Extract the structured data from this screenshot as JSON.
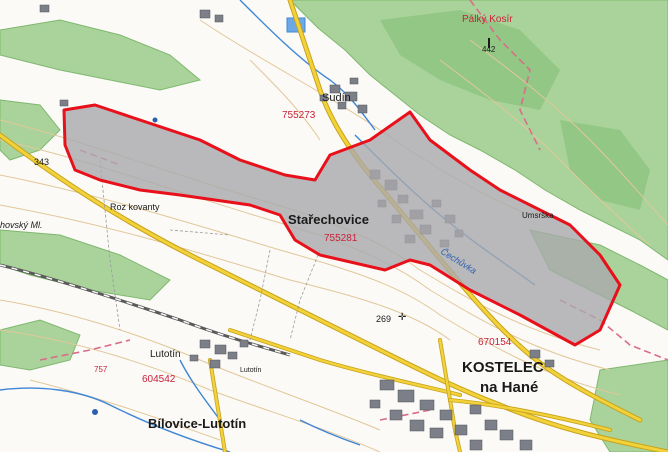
{
  "map": {
    "cadastral_area": {
      "name": "Stařechovice",
      "code": "755281",
      "boundary_color": "#e8101a",
      "fill_color": "#a9a9ac"
    },
    "places": [
      {
        "key": "sudin",
        "name": "Sudín",
        "code": "755273"
      },
      {
        "key": "starechovice",
        "name": "Stařechovice",
        "code": "755281"
      },
      {
        "key": "kostelec",
        "name_line1": "KOSTELEC",
        "name_line2": "na Hané",
        "code": "670154"
      },
      {
        "key": "lutotin",
        "name": "Lutotín",
        "code": "604542",
        "subname": "Lutotín"
      },
      {
        "key": "bilovice",
        "name": "Bílovice-Lutotín"
      }
    ],
    "features": {
      "hill_name": "Pálký Kosír",
      "hill_elevation": "442",
      "spot_height": "343",
      "spot_height_2": "269",
      "field_name": "Roz kovanty",
      "mill_name": "hovský Ml.",
      "stream_name": "Čechůvka",
      "forest_name": "Umsrška",
      "truncated_code": "757"
    },
    "colors": {
      "forest": "#a9d39a",
      "forest_dark": "#86c07a",
      "road": "#f2d23a",
      "road_edge": "#c9a21c",
      "water": "#3f86d6",
      "contour": "#e2c79a",
      "settlement": "#7c7f88",
      "railway": "#5a5a5a",
      "admin_boundary": "#d96d8a"
    }
  }
}
